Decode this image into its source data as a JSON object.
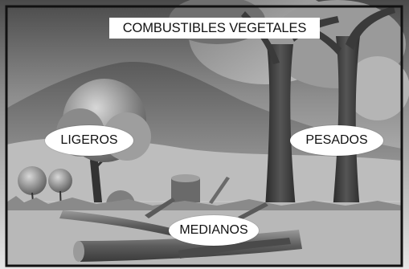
{
  "title": "COMBUSTIBLES VEGETALES",
  "labels": {
    "ligeros": "LIGEROS",
    "pesados": "PESADOS",
    "medianos": "MEDIANOS"
  },
  "colors": {
    "frame": "#111111",
    "label_background": "#ffffff"
  }
}
